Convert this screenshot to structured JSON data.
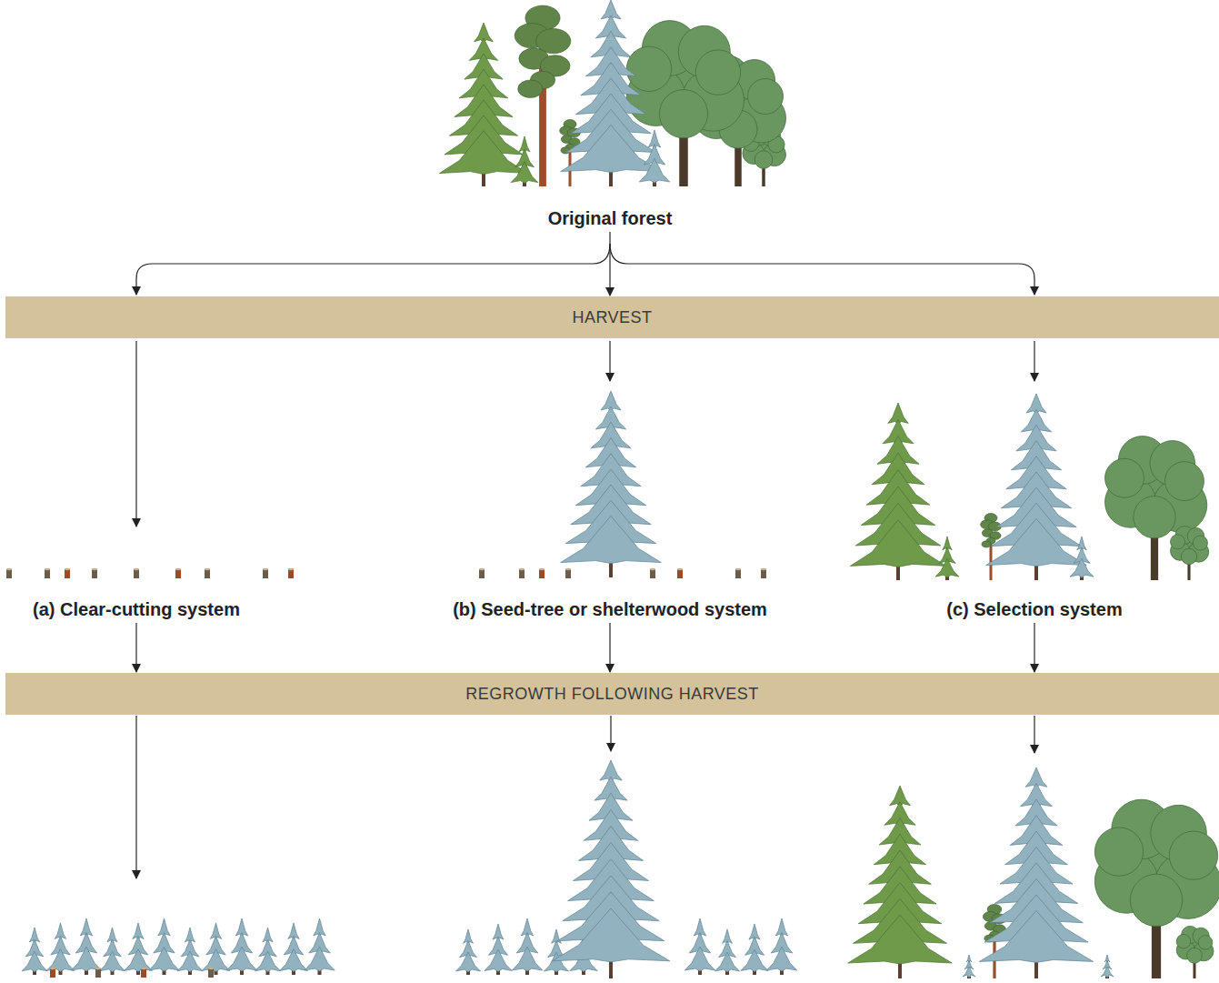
{
  "diagram": {
    "nodes": [
      {
        "text": [
          "Original forest"
        ]
      },
      {
        "text": [
          "HARVEST"
        ]
      },
      {
        "text": [
          "(a) Clear-cutting system"
        ]
      },
      {
        "text": [
          "(b) Seed-tree or shelterwood system"
        ]
      },
      {
        "text": [
          "(c) Selection system"
        ]
      },
      {
        "text": [
          "REGROWTH FOLLOWING HARVEST"
        ]
      }
    ],
    "edges": [
      {
        "from": 0,
        "to": 1,
        "arrow": "to"
      },
      {
        "from": 1,
        "to": 2,
        "arrow": "to"
      },
      {
        "from": 1,
        "to": 3,
        "arrow": "to"
      },
      {
        "from": 1,
        "to": 4,
        "arrow": "to"
      },
      {
        "from": 2,
        "to": 5,
        "arrow": "to"
      },
      {
        "from": 3,
        "to": 5,
        "arrow": "to"
      },
      {
        "from": 4,
        "to": 5,
        "arrow": "to"
      }
    ]
  }
}
